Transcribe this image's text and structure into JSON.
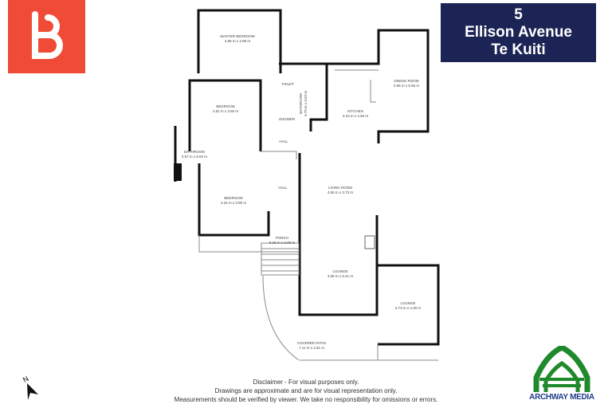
{
  "colors": {
    "brand_red": "#ef4b36",
    "title_bg": "#1b2454",
    "archway_green": "#1f8a2c",
    "archway_blue": "#1e3a8a",
    "wall": "#111111"
  },
  "title": {
    "line1": "5",
    "line2": "Ellison Avenue",
    "line3": "Te Kuiti"
  },
  "logos": {
    "brand": "B",
    "archway": "ARCHWAY MEDIA"
  },
  "compass": {
    "label": "N",
    "icon": "north-arrow-icon"
  },
  "rooms": [
    {
      "name": "MASTER BEDROOM",
      "size": "4.85 m x 3.89 m"
    },
    {
      "name": "BEDROOM",
      "size": "4.52 m x 3.55 m"
    },
    {
      "name": "TOILET",
      "size": ""
    },
    {
      "name": "BATHROOM",
      "size": "3.79 m x 3.62 m"
    },
    {
      "name": "SHOWER",
      "size": ""
    },
    {
      "name": "KITCHEN",
      "size": "3.23 m x 4.92 m"
    },
    {
      "name": "DINING ROOM",
      "size": "2.96 m x 5.56 m"
    },
    {
      "name": "HALL",
      "size": ""
    },
    {
      "name": "BATHROOM",
      "size": "2.57 m x 5.84 m"
    },
    {
      "name": "BEDROOM",
      "size": "4.24 m x 3.80 m"
    },
    {
      "name": "HALL",
      "size": ""
    },
    {
      "name": "LIVING ROOM",
      "size": "4.55 m x 3.73 m"
    },
    {
      "name": "PORCH",
      "size": "6.16 m x 2.06 m"
    },
    {
      "name": "LOUNGE",
      "size": "4.55 m x 5.41 m"
    },
    {
      "name": "LOUNGE",
      "size": "3.73 m x 4.30 m"
    },
    {
      "name": "COVERED PATIO",
      "size": "7.11 m x 4.61 m"
    }
  ],
  "disclaimer": {
    "line1": "Disclaimer - For visual purposes only.",
    "line2": "Drawings are approximate and are for visual representation only.",
    "line3": "Measurements should be verified by viewer. We take no responsibility for omissions or errors."
  }
}
